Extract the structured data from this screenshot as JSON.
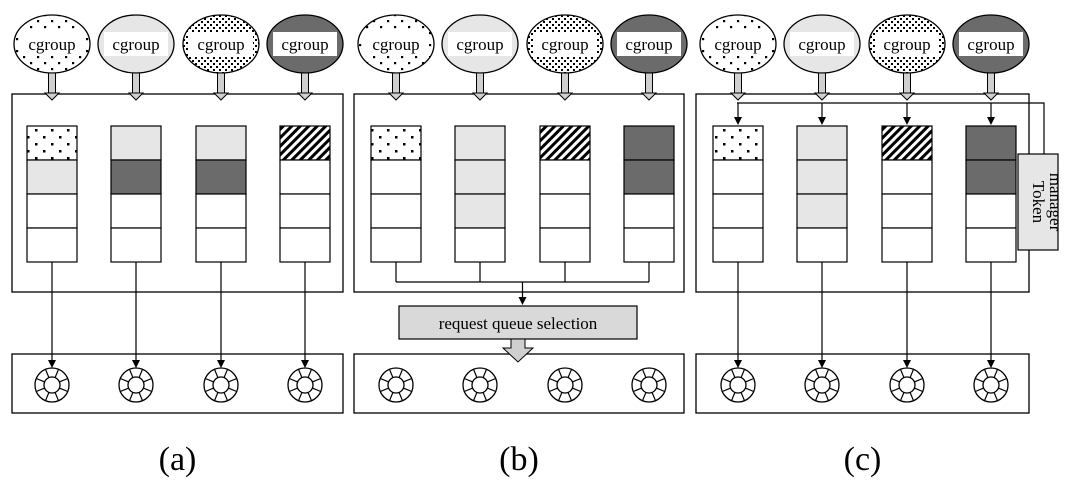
{
  "cgroup_label": "cgroup",
  "request_queue_selection": "request queue selection",
  "token_manager": "Token manager",
  "token_manager_lines": [
    "Token",
    "manager"
  ],
  "panel_captions": [
    "(a)",
    "(b)",
    "(c)"
  ],
  "pattern_names": [
    "dotted",
    "light-gray",
    "diagonal-hatch",
    "dark-gray"
  ],
  "colors": {
    "light": "#e6e6e6",
    "dark": "#6b6b6b",
    "selection_box": "#d9d9d9",
    "token_box": "#e6e6e6",
    "line": "#000000"
  },
  "panels": [
    {
      "caption": "(a)",
      "queues": [
        [
          "dotted",
          "light-gray",
          "white",
          "white"
        ],
        [
          "light-gray",
          "dark-gray",
          "white",
          "white"
        ],
        [
          "light-gray",
          "dark-gray",
          "white",
          "white"
        ],
        [
          "diagonal-hatch",
          "white",
          "white",
          "white"
        ]
      ]
    },
    {
      "caption": "(b)",
      "queues": [
        [
          "dotted",
          "white",
          "white",
          "white"
        ],
        [
          "light-gray",
          "light-gray",
          "light-gray",
          "white"
        ],
        [
          "diagonal-hatch",
          "white",
          "white",
          "white"
        ],
        [
          "dark-gray",
          "dark-gray",
          "white",
          "white"
        ]
      ]
    },
    {
      "caption": "(c)",
      "queues": [
        [
          "dotted",
          "white",
          "white",
          "white"
        ],
        [
          "light-gray",
          "light-gray",
          "light-gray",
          "white"
        ],
        [
          "diagonal-hatch",
          "white",
          "white",
          "white"
        ],
        [
          "dark-gray",
          "dark-gray",
          "white",
          "white"
        ]
      ]
    }
  ]
}
